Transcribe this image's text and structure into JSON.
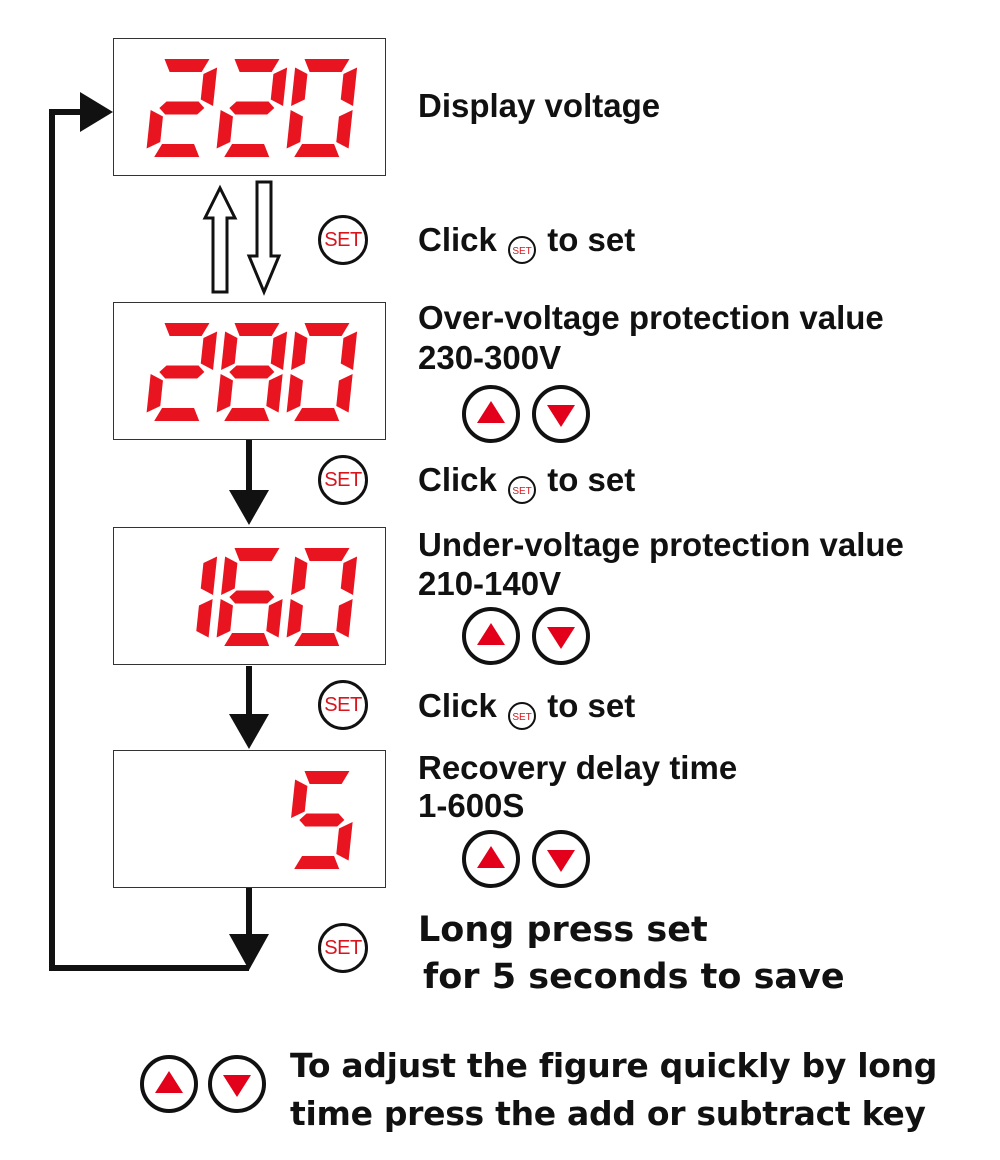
{
  "displays": [
    {
      "value": "220"
    },
    {
      "value": "280"
    },
    {
      "value": "160"
    },
    {
      "value": "5"
    }
  ],
  "steps": {
    "display_voltage": "Display voltage",
    "click_prefix": "Click",
    "click_suffix": "to set",
    "over_voltage": "Over-voltage protection value",
    "over_range": "230-300V",
    "under_voltage": "Under-voltage protection value",
    "under_range": "210-140V",
    "recovery": "Recovery delay time",
    "recovery_range": "1-600S",
    "save_line1": "Long press set",
    "save_line2": "for 5 seconds to save"
  },
  "set_button_label": "SET",
  "footer": {
    "line1": "To adjust the figure quickly by long",
    "line2": "time press the add or subtract key"
  },
  "colors": {
    "segment": "#e8141f",
    "arrow_red": "#e3001b",
    "outline": "#111111"
  },
  "icons": [
    "set-button-icon",
    "up-arrow-icon",
    "down-arrow-icon"
  ]
}
